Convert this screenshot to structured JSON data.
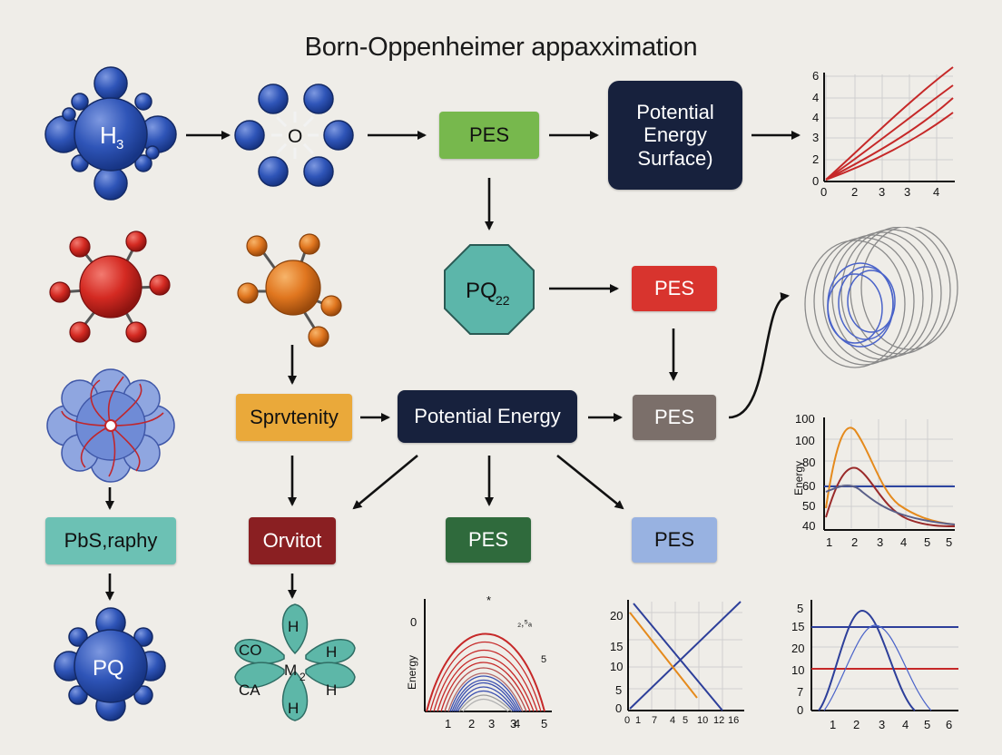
{
  "title": "Born-Oppenheimer appaxximation",
  "molecules": {
    "h3_label": "H",
    "h3_sub": "3",
    "o_label": "O",
    "pq_label": "PQ",
    "m2_label": "M",
    "m2_sub": "2",
    "petals": [
      "H",
      "H",
      "H",
      "H",
      "CO",
      "CA"
    ]
  },
  "boxes": {
    "pes_green": "PES",
    "potential_energy_surface_line1": "Potential",
    "potential_energy_surface_line2": "Energy",
    "potential_energy_surface_line3": "Surface)",
    "pq22_main": "PQ",
    "pq22_sub": "22",
    "pes_red": "PES",
    "pes_gray": "PES",
    "sprvtenity": "Sprvtenity",
    "potential_energy": "Potential Energy",
    "pbs_raphy": "PbS,raphy",
    "orvitot": "Orvitot",
    "pes_darkgreen": "PES",
    "pes_lightblue": "PES"
  },
  "colors": {
    "pes_green": "#77b84d",
    "navy": "#17213d",
    "teal_octagon": "#5cb6aa",
    "pes_red": "#d8342e",
    "pes_gray": "#7b6f6a",
    "sprvtenity": "#eaa93a",
    "pbs_raphy": "#6cc1b4",
    "orvitot": "#8a1f22",
    "pes_darkgreen": "#2f6a3c",
    "pes_lightblue": "#98b2e1"
  },
  "chart_data": [
    {
      "type": "line",
      "xticks": [
        "0",
        "2",
        "3",
        "3",
        "4"
      ],
      "yticks": [
        "0",
        "2",
        "3",
        "4",
        "4",
        "6"
      ],
      "series_count": 4
    },
    {
      "type": "line",
      "ylabel": "Energy",
      "xticks": [
        "1",
        "2",
        "3",
        "4",
        "5",
        "5"
      ],
      "yticks": [
        "100",
        "100",
        "80",
        "60",
        "50",
        "40"
      ],
      "series_count": 4
    },
    {
      "type": "line",
      "ylabel": "Energy",
      "xticks": [
        "1",
        "2",
        "3",
        "3",
        "4",
        "5"
      ],
      "yticks": [
        "0"
      ],
      "annotations": [
        "*",
        "₂,⁵ₐ",
        "5"
      ],
      "series_count": 14
    },
    {
      "type": "line",
      "xticks": [
        "0",
        "1",
        "7",
        "4",
        "5",
        "10",
        "12",
        "16"
      ],
      "yticks": [
        "20",
        "15",
        "10",
        "5",
        "0"
      ],
      "series_count": 3
    },
    {
      "type": "line",
      "xticks": [
        "1",
        "2",
        "3",
        "4",
        "5",
        "6"
      ],
      "yticks": [
        "5",
        "15",
        "20",
        "10",
        "7",
        "0"
      ],
      "series_count": 4
    }
  ]
}
